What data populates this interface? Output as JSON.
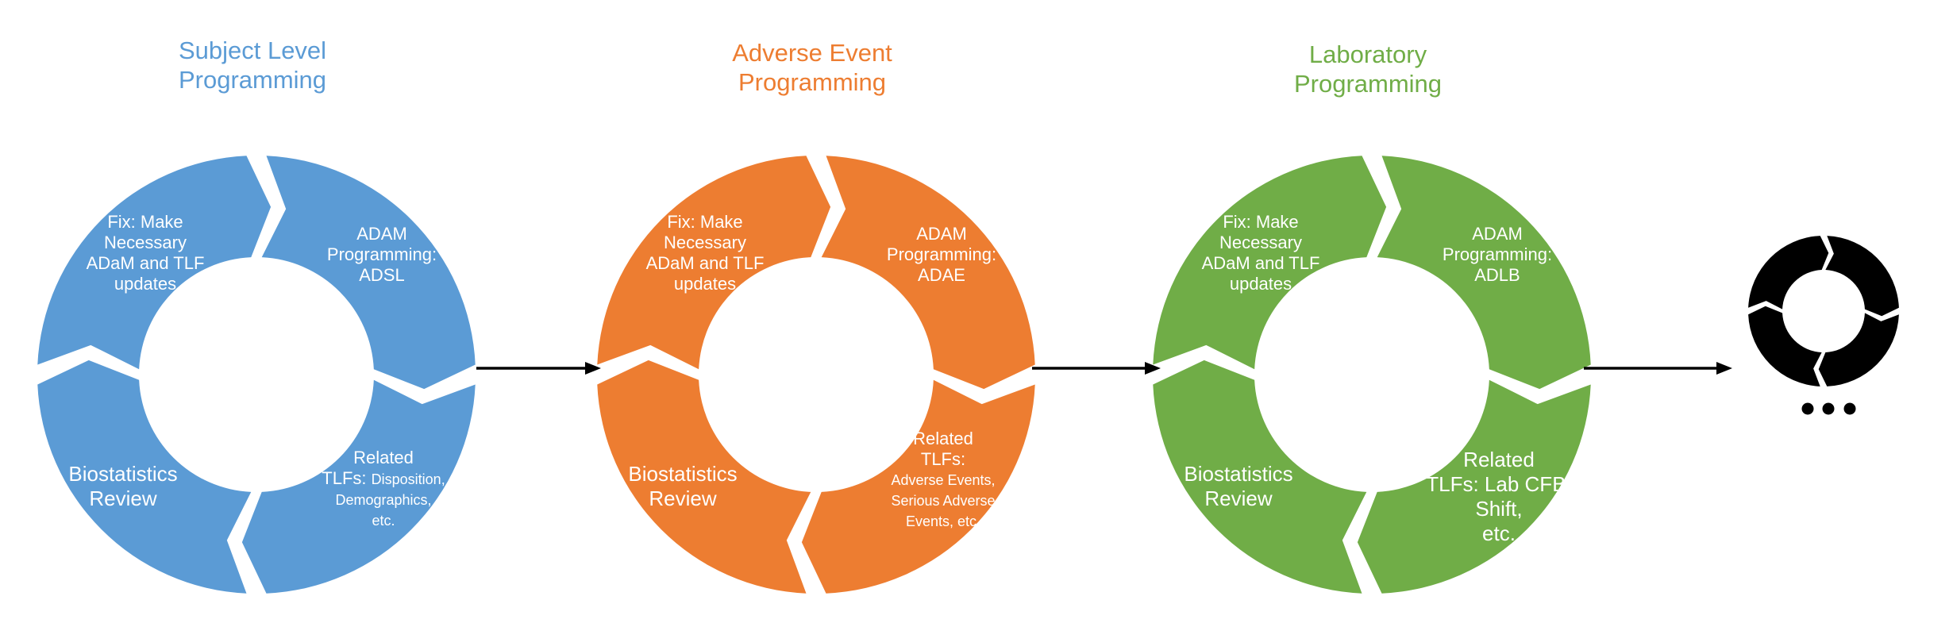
{
  "cycles": [
    {
      "id": "subject-level",
      "title": [
        "Subject Level",
        "Programming"
      ],
      "color": "#5B9BD5",
      "fix": [
        "Fix: Make",
        "Necessary",
        "ADaM and TLF",
        "updates"
      ],
      "adam": [
        "ADAM",
        "Programming:",
        "ADSL"
      ],
      "related": {
        "heading": "Related",
        "tlf": "TLFs:",
        "detail": [
          "Disposition,",
          "Demographics,",
          "etc."
        ],
        "inline_first": true
      },
      "review": [
        "Biostatistics",
        "Review"
      ]
    },
    {
      "id": "adverse-event",
      "title": [
        "Adverse Event",
        "Programming"
      ],
      "color": "#ED7D31",
      "fix": [
        "Fix: Make",
        "Necessary",
        "ADaM and TLF",
        "updates"
      ],
      "adam": [
        "ADAM",
        "Programming:",
        "ADAE"
      ],
      "related": {
        "heading": "Related",
        "tlf": "TLFs:",
        "detail": [
          "Adverse Events,",
          "Serious Adverse",
          "Events, etc."
        ],
        "inline_first": false
      },
      "review": [
        "Biostatistics",
        "Review"
      ]
    },
    {
      "id": "laboratory",
      "title": [
        "Laboratory",
        "Programming"
      ],
      "color": "#70AD47",
      "fix": [
        "Fix: Make",
        "Necessary",
        "ADaM and TLF",
        "updates"
      ],
      "adam": [
        "ADAM",
        "Programming:",
        "ADLB"
      ],
      "related": {
        "heading": "Related",
        "tlf": "TLFs:",
        "detail": [
          "Lab CFB,",
          "Shift,",
          "etc."
        ],
        "inline_first": true,
        "large_detail": true
      },
      "review": [
        "Biostatistics",
        "Review"
      ]
    }
  ],
  "continuation": {
    "color": "#000000",
    "ellipsis_icon": "ellipsis-dots-icon"
  },
  "arrow_color": "#000000"
}
